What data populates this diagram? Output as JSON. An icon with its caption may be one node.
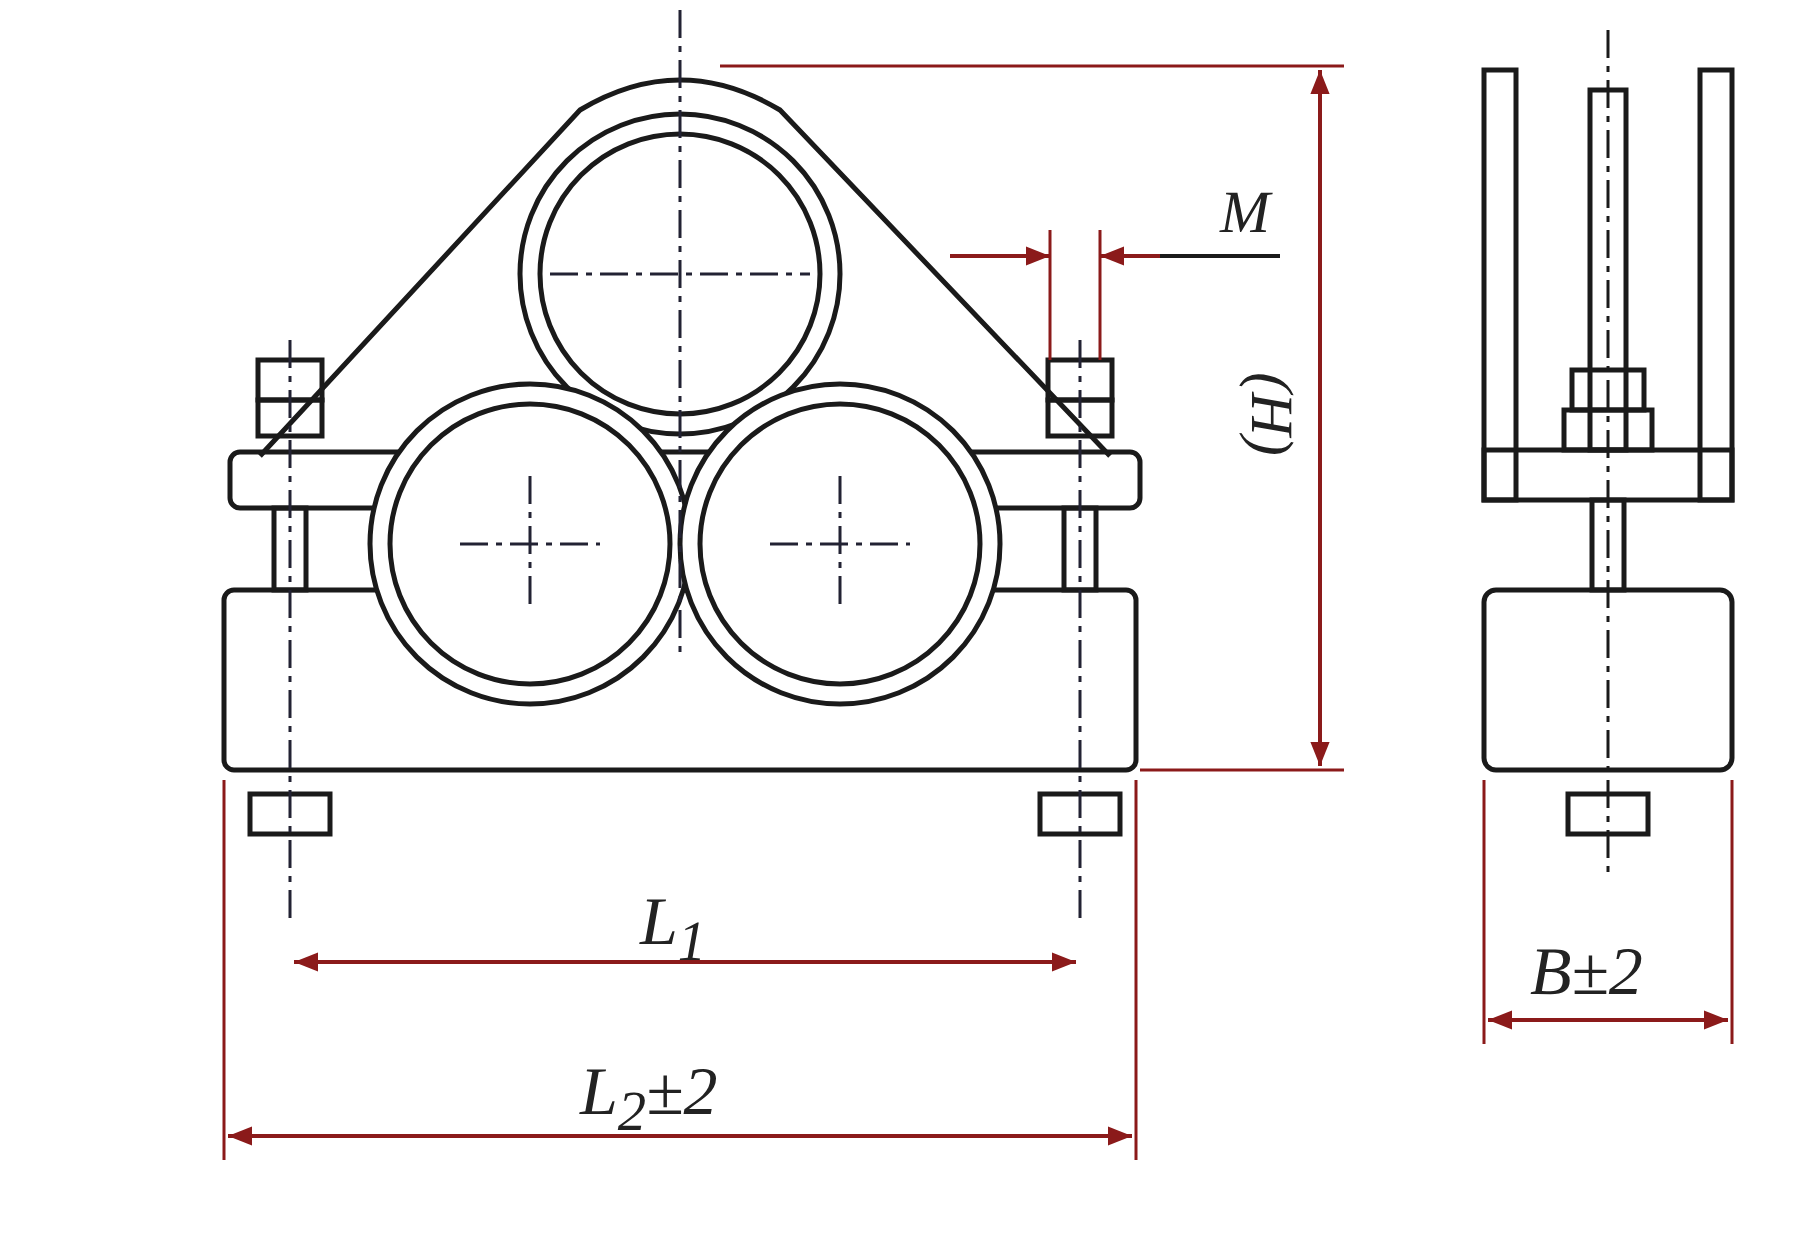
{
  "diagram": {
    "labels": [
      "M",
      "(H)",
      "L$_{1}$",
      "L$_{2}$±2",
      "B±2"
    ]
  }
}
